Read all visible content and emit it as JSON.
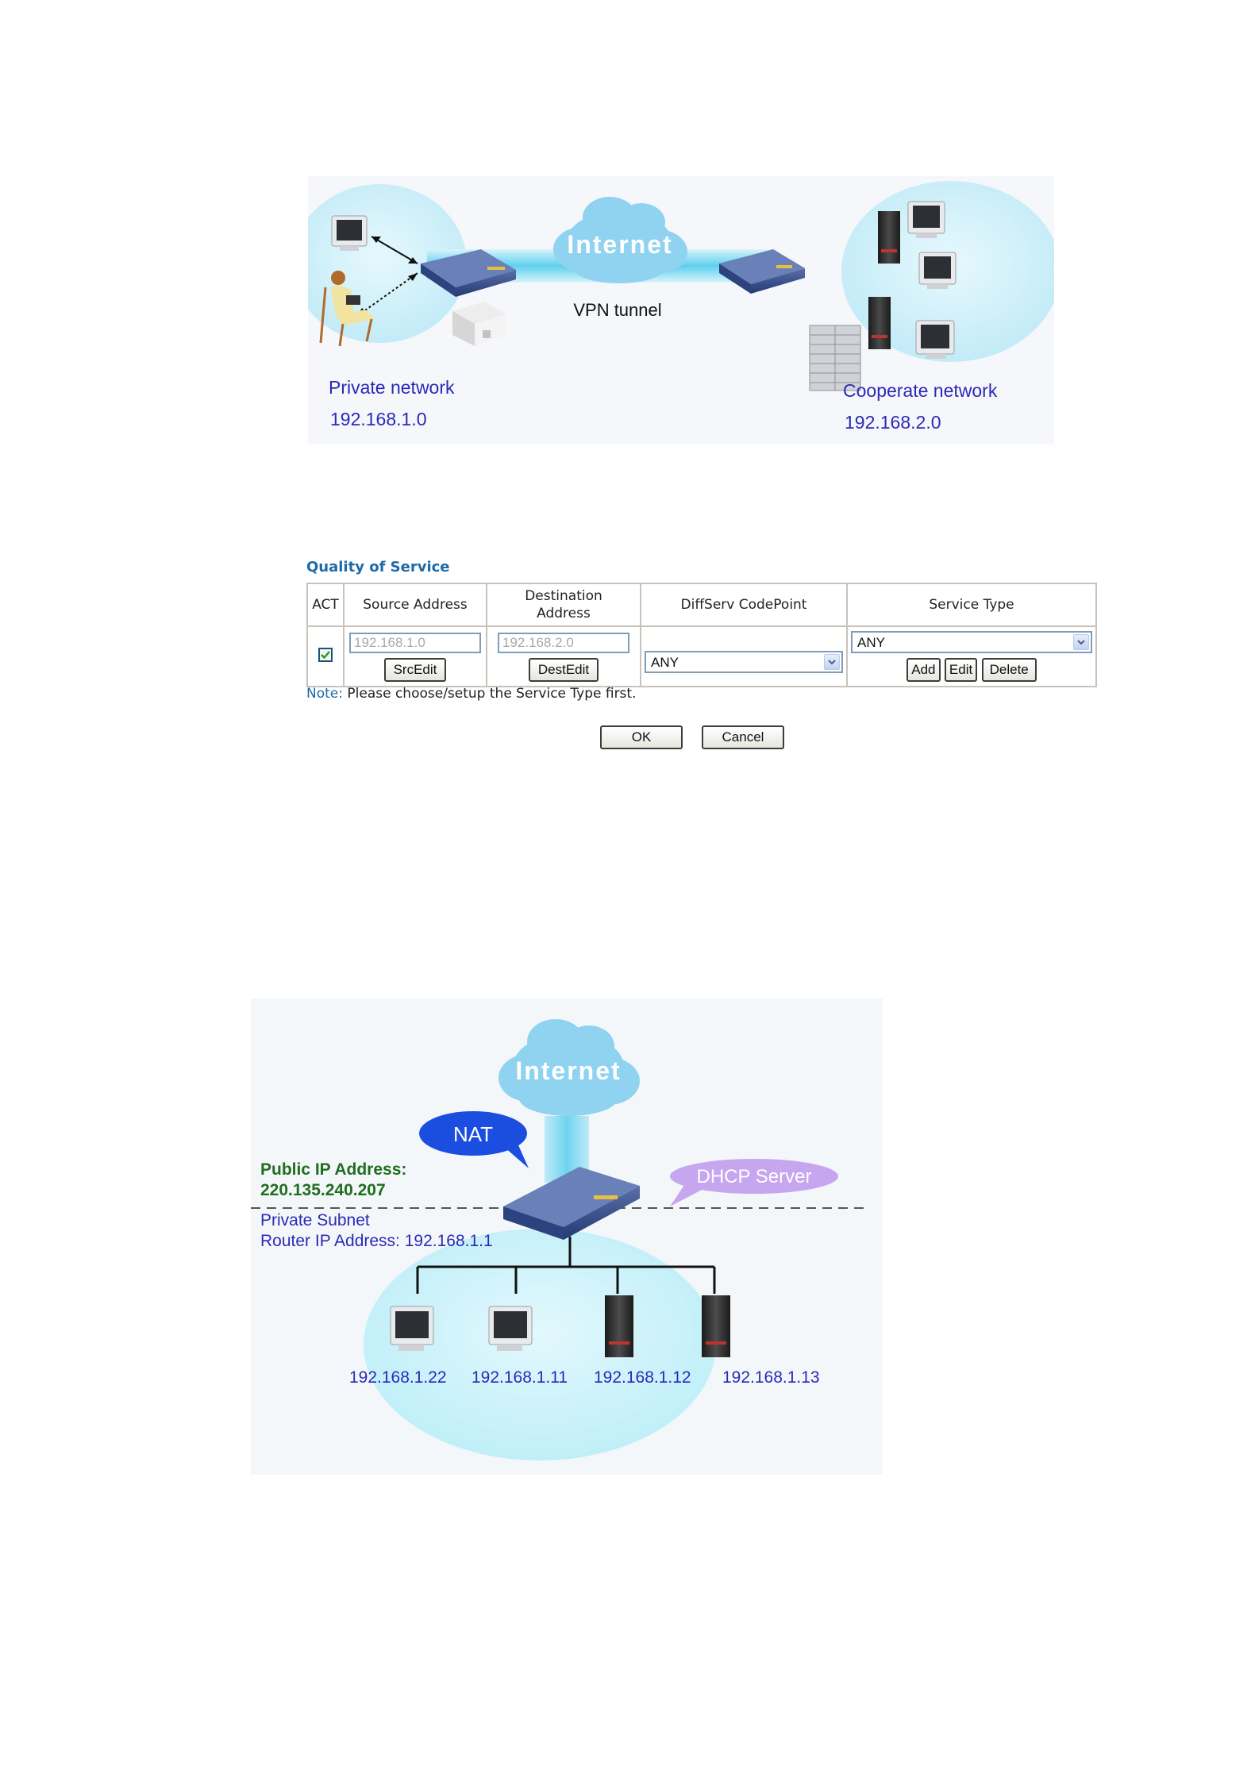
{
  "vpn_figure": {
    "internet_label": "Internet",
    "tunnel_label": "VPN tunnel",
    "private_network_label": "Private network",
    "private_network_ip": "192.168.1.0",
    "cooperate_network_label": "Cooperate network",
    "cooperate_network_ip": "192.168.2.0"
  },
  "qos": {
    "title": "Quality of Service",
    "headers": {
      "act": "ACT",
      "source": "Source Address",
      "destination_line1": "Destination",
      "destination_line2": "Address",
      "diffserv": "DiffServ CodePoint",
      "service_type": "Service Type"
    },
    "row": {
      "act_checked": true,
      "source_value": "192.168.1.0",
      "src_edit_label": "SrcEdit",
      "destination_value": "192.168.2.0",
      "dest_edit_label": "DestEdit",
      "diffserv_selected": "ANY",
      "service_type_selected": "ANY",
      "add_label": "Add",
      "edit_label": "Edit",
      "delete_label": "Delete"
    },
    "note_label": "Note:",
    "note_text": "Please choose/setup the Service Type first.",
    "ok_label": "OK",
    "cancel_label": "Cancel"
  },
  "nat_figure": {
    "internet_label": "Internet",
    "nat_label": "NAT",
    "dhcp_label": "DHCP Server",
    "public_ip_label": "Public IP Address:",
    "public_ip_value": "220.135.240.207",
    "private_subnet_label": "Private Subnet",
    "router_ip_label": "Router IP Address: 192.168.1.1",
    "hosts": [
      "192.168.1.22",
      "192.168.1.11",
      "192.168.1.12",
      "192.168.1.13"
    ]
  },
  "colors": {
    "accent_blue": "#1c6aa8",
    "cloud": "#8fd3f0",
    "network_bubble": "#c8f0fb",
    "label_blue": "#2a2ab8",
    "label_green": "#1f6e1f",
    "dhcp_purple": "#c7a6f0",
    "nat_blue": "#1a4de0"
  }
}
